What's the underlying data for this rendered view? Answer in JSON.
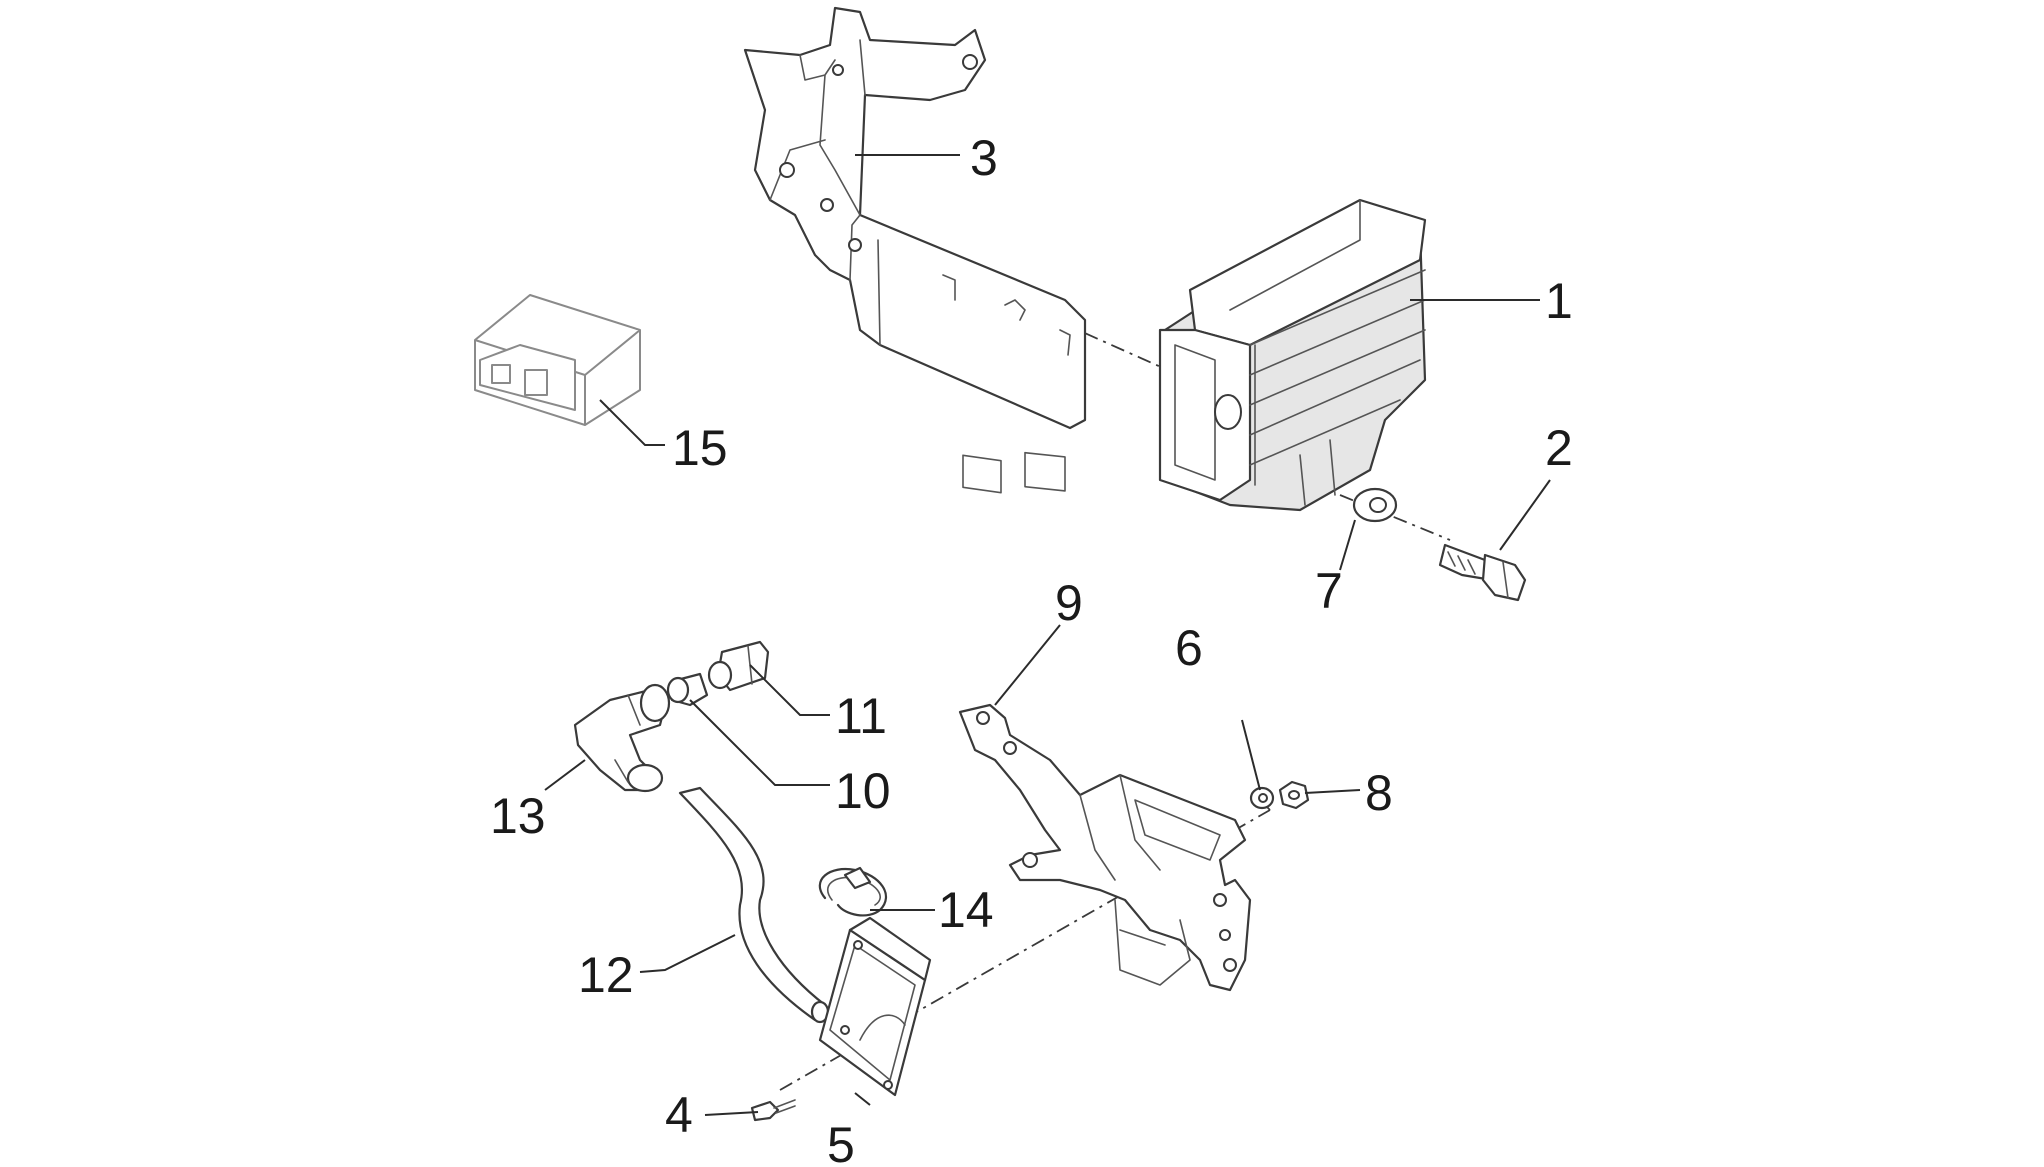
{
  "diagram": {
    "callouts": [
      {
        "number": "1"
      },
      {
        "number": "2"
      },
      {
        "number": "3"
      },
      {
        "number": "4"
      },
      {
        "number": "5"
      },
      {
        "number": "6"
      },
      {
        "number": "7"
      },
      {
        "number": "8"
      },
      {
        "number": "9"
      },
      {
        "number": "10"
      },
      {
        "number": "11"
      },
      {
        "number": "12"
      },
      {
        "number": "13"
      },
      {
        "number": "14"
      },
      {
        "number": "15"
      }
    ]
  }
}
